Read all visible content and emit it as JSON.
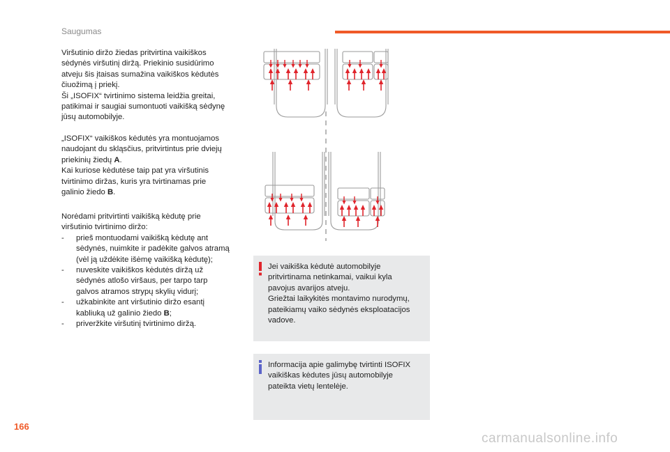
{
  "header": {
    "section_title": "Saugumas"
  },
  "left_column": {
    "para1": [
      "Viršutinio diržo žiedas pritvirtina vaikiškos",
      "sėdynės viršutinį diržą. Priekinio susidūrimo",
      "atveju šis įtaisas sumažina vaikiškos kėdutės",
      "čiuožimą į priekį.",
      "Ši „ISOFIX“ tvirtinimo sistema leidžia greitai,",
      "patikimai ir saugiai sumontuoti vaikišką sėdynę",
      "jūsų automobilyje."
    ],
    "para2": {
      "l1": "„ISOFIX“ vaikiškos kėdutės yra montuojamos",
      "l2": "naudojant du skląsčius, pritvirtintus prie dviejų",
      "l3_pre": "priekinių žiedų ",
      "l3_bold": "A",
      "l3_post": ".",
      "l4": "Kai kuriose kėdutėse taip pat yra viršutinis",
      "l5": "tvirtinimo diržas, kuris yra tvirtinamas prie",
      "l6_pre": "galinio žiedo ",
      "l6_bold": "B",
      "l6_post": "."
    },
    "para3": {
      "intro1": "Norėdami pritvirtinti vaikišką kėdutę prie",
      "intro2": "viršutinio tvirtinimo diržo:",
      "dash": "-",
      "item1": [
        "prieš montuodami vaikišką kėdutę ant",
        "sėdynės, nuimkite ir padėkite galvos atramą",
        "(vėl ją uždėkite išėmę vaikišką kėdutę);"
      ],
      "item2": [
        "nuveskite vaikiškos kėdutės diržą už",
        "sėdynės atlošo viršaus, per tarpo tarp",
        "galvos atramos strypų skylių vidurį;"
      ],
      "item3_l1": "užkabinkite ant viršutinio diržo esantį",
      "item3_l2_pre": "kabliuką už galinio žiedo ",
      "item3_l2_bold": "B",
      "item3_l2_post": ";",
      "item4": "priveržkite viršutinį tvirtinimo diržą."
    }
  },
  "warning_box": {
    "icon": "exclamation-icon",
    "lines": [
      "Jei vaikiška kėdutė automobilyje",
      "pritvirtinama netinkamai, vaikui kyla",
      "pavojus avarijos atveju.",
      "Griežtai laikykitės montavimo nurodymų,",
      "pateikiamų vaiko sėdynės eksploatacijos",
      "vadove."
    ]
  },
  "info_box": {
    "icon": "info-icon",
    "lines": [
      "Informacija apie galimybę tvirtinti ISOFIX",
      "vaikiškas kėdutes jūsų automobilyje",
      "pateikta vietų lentelėje."
    ]
  },
  "diagram": {
    "icon": "isofix-seat-anchor-diagram",
    "arrow_color": "#e0242b",
    "line_color": "#9a9a9a"
  },
  "footer": {
    "page_number": "166",
    "watermark": "carmanualsonline.info"
  },
  "colors": {
    "accent": "#f05a28",
    "warning": "#e0242b",
    "info": "#5b63c9",
    "box_bg": "#e8e9ea"
  }
}
